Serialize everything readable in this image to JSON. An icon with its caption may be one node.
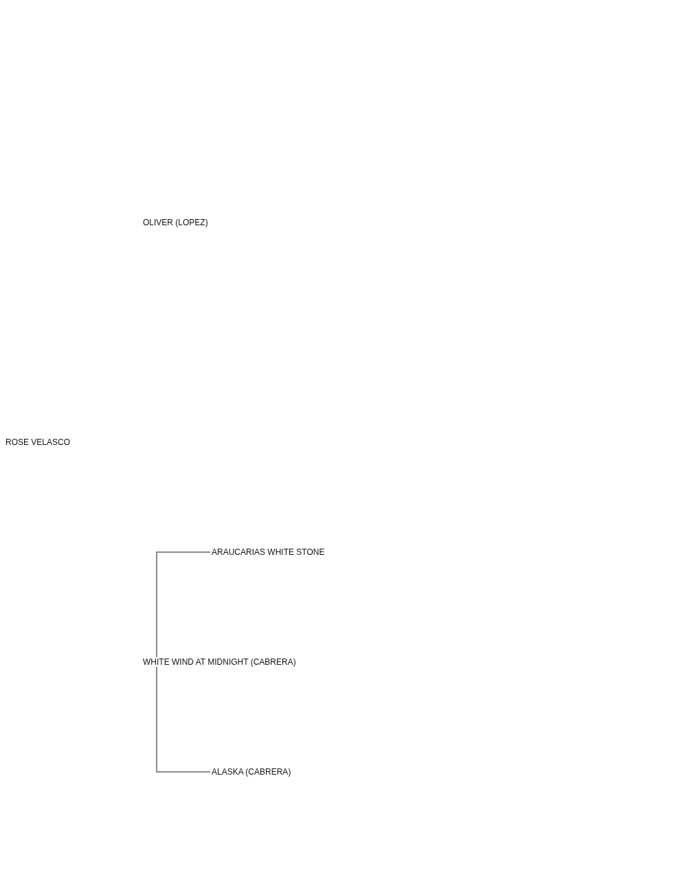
{
  "diagram": {
    "nodes": [
      {
        "text": [
          "OLIVER (LOPEZ)"
        ]
      },
      {
        "text": [
          "ROSE VELASCO"
        ]
      },
      {
        "text": [
          "ARAUCARIAS WHITE STONE"
        ]
      },
      {
        "text": [
          "WHITE WIND AT MIDNIGHT (CABRERA)"
        ]
      },
      {
        "text": [
          "ALASKA (CABRERA)"
        ]
      }
    ],
    "edges": [
      {
        "from": 3,
        "to": 2,
        "arrow": "none"
      },
      {
        "from": 3,
        "to": 4,
        "arrow": "none"
      }
    ]
  }
}
